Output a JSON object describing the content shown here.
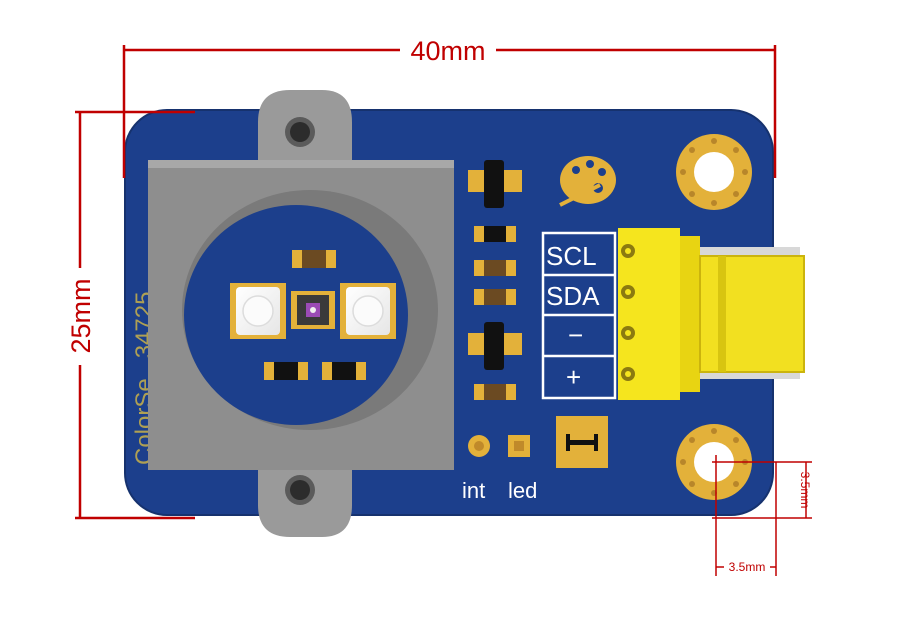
{
  "dimensions": {
    "width_label": "40mm",
    "height_label": "25mm",
    "hole_offset_vertical": "3.5mm",
    "hole_offset_horizontal": "3.5mm"
  },
  "board": {
    "silkscreen_vertical": "ColorSe...34725",
    "pin_labels": [
      "SCL",
      "SDA",
      "−",
      "+"
    ],
    "pad_labels": {
      "int": "int",
      "led": "led"
    },
    "logo_icon": "palette-icon"
  },
  "colors": {
    "pcb": "#1c3f8c",
    "dimension_lines": "#c00000",
    "connector": "#f5e51e",
    "mount_housing": "#8e8e8e",
    "gold_pad": "#e3b13a"
  }
}
